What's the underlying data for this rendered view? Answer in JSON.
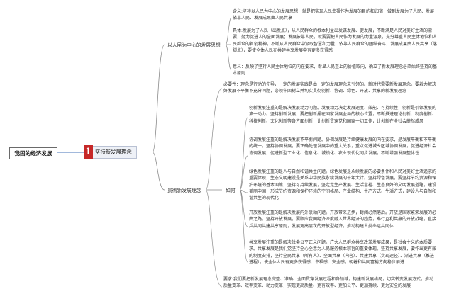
{
  "root": {
    "label": "我国的经济发展"
  },
  "main": {
    "number": "1",
    "label": "坚持新发展理念"
  },
  "branches": {
    "people": {
      "label": "以人民为中心的发展思想",
      "items": [
        "含义:坚持以人民为中心的发展思想，就是把实现人民幸福作为发展的目的和归宿，做到发展为了人民、发展依靠人民、发展成果由人民共享",
        "具体:发展为了人民（出发点），从人民群众的根本利益出发谋发展、促发展，不断满足人民对美好生活的需要，努力促进人的全面发展；发展依靠人民，就要要把人民作为发展的力量源泉，充分尊重人民主体地位和人民群众的首创精神，不断从人民群众中汲取智慧和力量；依靠人民群众的团结奋斗；发展成果由人民共享（落脚点），要使全体人民在共建共享发展中有更多获得感",
        "意义：反映了坚持人民主体地位的内在要求，彰显人民至上的价值取向，确立了新发展理念必须始终坚持的基本原则"
      ]
    },
    "concept": {
      "label": "贯彻新发展理念",
      "necessity": "必要性：理念是行动的先导，一定的发展实践是由一定的发展理念来引领的。新时代需要新发展理念。要着力解决好发展不平衡不充分问题，必须牢固树立并切实贯彻创新、协调、绿色、开放、共享的新发展理念",
      "how": {
        "label": "如何",
        "items": [
          "创新发展注重的是解决发展动力问题。发展动力决定发展速度、效能、可持续性，创新是引领发展的第一动力。坚持创新发展，要把创新摆在国家发展全局的核心位置，不断推进理论创新、制度创新、科技创新、文化创新等各方面创新，让创新贯穿党和国家一切工作，让创新在全社会蔚然成风",
          "协调发展注重的是解决发展不平衡问题。协调发展是持续健康发展的内在要求，是发展平衡和不平衡的统一。坚持协调发展，要正确处理发展中的重大关系，重点促进城乡区域协调发展，促进经济社会协调发展，促进新型工业化、信息化、城镇化、农业现代化同步发展，不断增强发展整体性",
          "绿色发展注重的是人与自然和谐共生问题。绿色发展是永续发展的必要条件和人民对美好生活追求的重要体现，生态文明建设是关系中华民族永续发展的千年大计。坚持绿色发展，要坚持节约资源和保护环境的基本国策，坚持可持续发展，坚定走生产发展、生活富裕、生态良好的文明发展道路，建设美丽中国，形成节约资源和保护环境的空间格局、产业结构、生产方式、生活方式，建设人与自然和谐共生的现代化",
          "开放发展注重的是解决发展内外联动问题。开放带来进步，封闭必然落后。开放是国家繁荣发展的必由之路。坚持开放发展，要顺应我国经济深度融入世界经济的趋势，奉行互利共赢的开放战略，直接兵共同共建共享原则，发展更高层次的开放型经济，推动构建人类命运共同体",
          "共享发展注重的是解决社会公平正义问题。广大人民群众共享改革发展成果，是社会主义的本质要求。共享发展是我们党坚持全心全意为人民服务根本宗旨的重要体现。坚持共享发展，要作出更有效的制度安排，坚持全民共享（所有人）、全面共享（内容）、共建共享（实现途径）、渐进共享（推进进程），使全体人民有更多获得感、幸福感、安全感，朝着和共同富裕方向稳步前进"
        ]
      },
      "requirement": "要求:我们要把新发展理念完整、准确、全面贯穿发展过程和各领域，构建新发展格局，切实转变发展方式，推动质量变革、效率变革、动力变革，实现更高质量、更有效率、更加公平、更加持续、更为安全的发展"
    }
  }
}
